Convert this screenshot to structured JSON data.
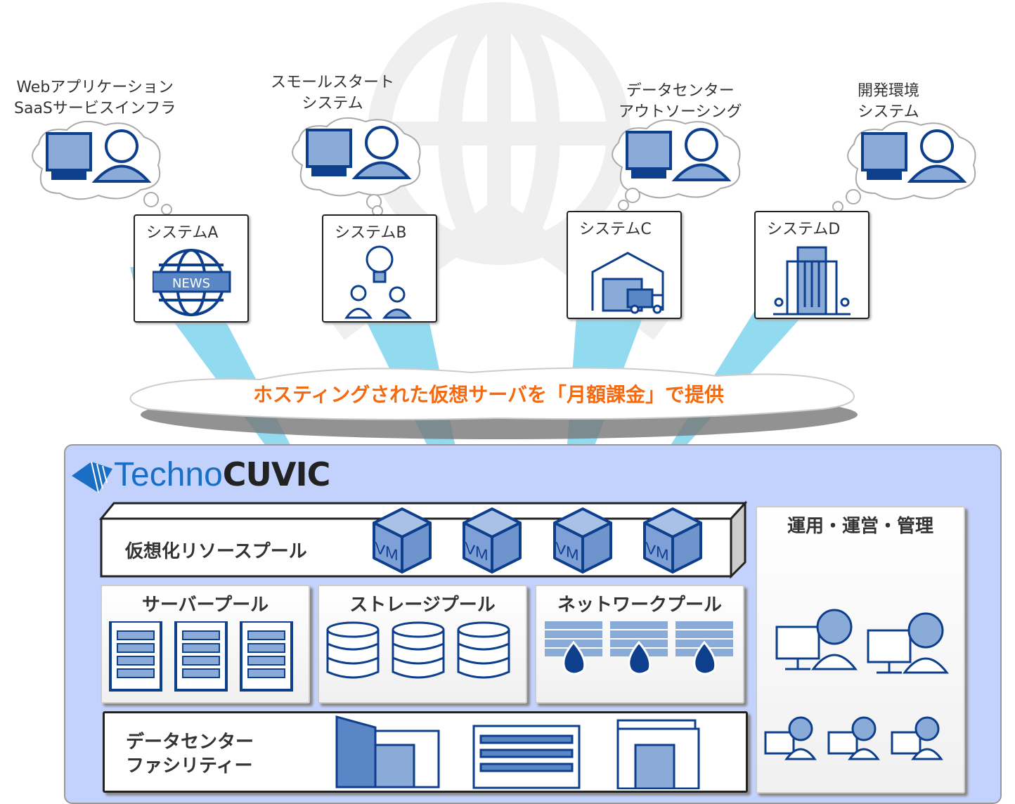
{
  "scenarios": [
    {
      "lines": [
        "Webアプリケーション",
        "SaaSサービスインフラ"
      ],
      "system": "システムA",
      "icon": "news-globe-icon"
    },
    {
      "lines": [
        "スモールスタート",
        "システム"
      ],
      "system": "システムB",
      "icon": "idea-people-icon"
    },
    {
      "lines": [
        "データセンター",
        "アウトソーシング"
      ],
      "system": "システムC",
      "icon": "warehouse-truck-icon"
    },
    {
      "lines": [
        "開発環境",
        "システム"
      ],
      "system": "システムD",
      "icon": "office-building-icon"
    }
  ],
  "news_text": "NEWS",
  "banner": {
    "text": "ホスティングされた仮想サーバを「月額課金」で提供",
    "color": "#f5690f"
  },
  "logo": {
    "part1": "Techno",
    "part2": "CUVIC",
    "color1": "#1a6fc4",
    "color2": "#222222"
  },
  "virtual_pool": {
    "label": "仮想化リソースプール",
    "vm_label": "VM",
    "vm_count": 4
  },
  "pools": [
    {
      "label": "サーバープール",
      "icon": "server-rack-icon"
    },
    {
      "label": "ストレージプール",
      "icon": "database-icon"
    },
    {
      "label": "ネットワークプール",
      "icon": "firewall-icon"
    }
  ],
  "datacenter": {
    "lines": [
      "データセンター",
      "ファシリティー"
    ]
  },
  "operations": {
    "label": "運用・運営・管理"
  },
  "colors": {
    "panel": "#c3d2fc",
    "icon_dark": "#0d3f8c",
    "icon_fill": "#8aaad8",
    "beam": "#7fd3ec"
  }
}
